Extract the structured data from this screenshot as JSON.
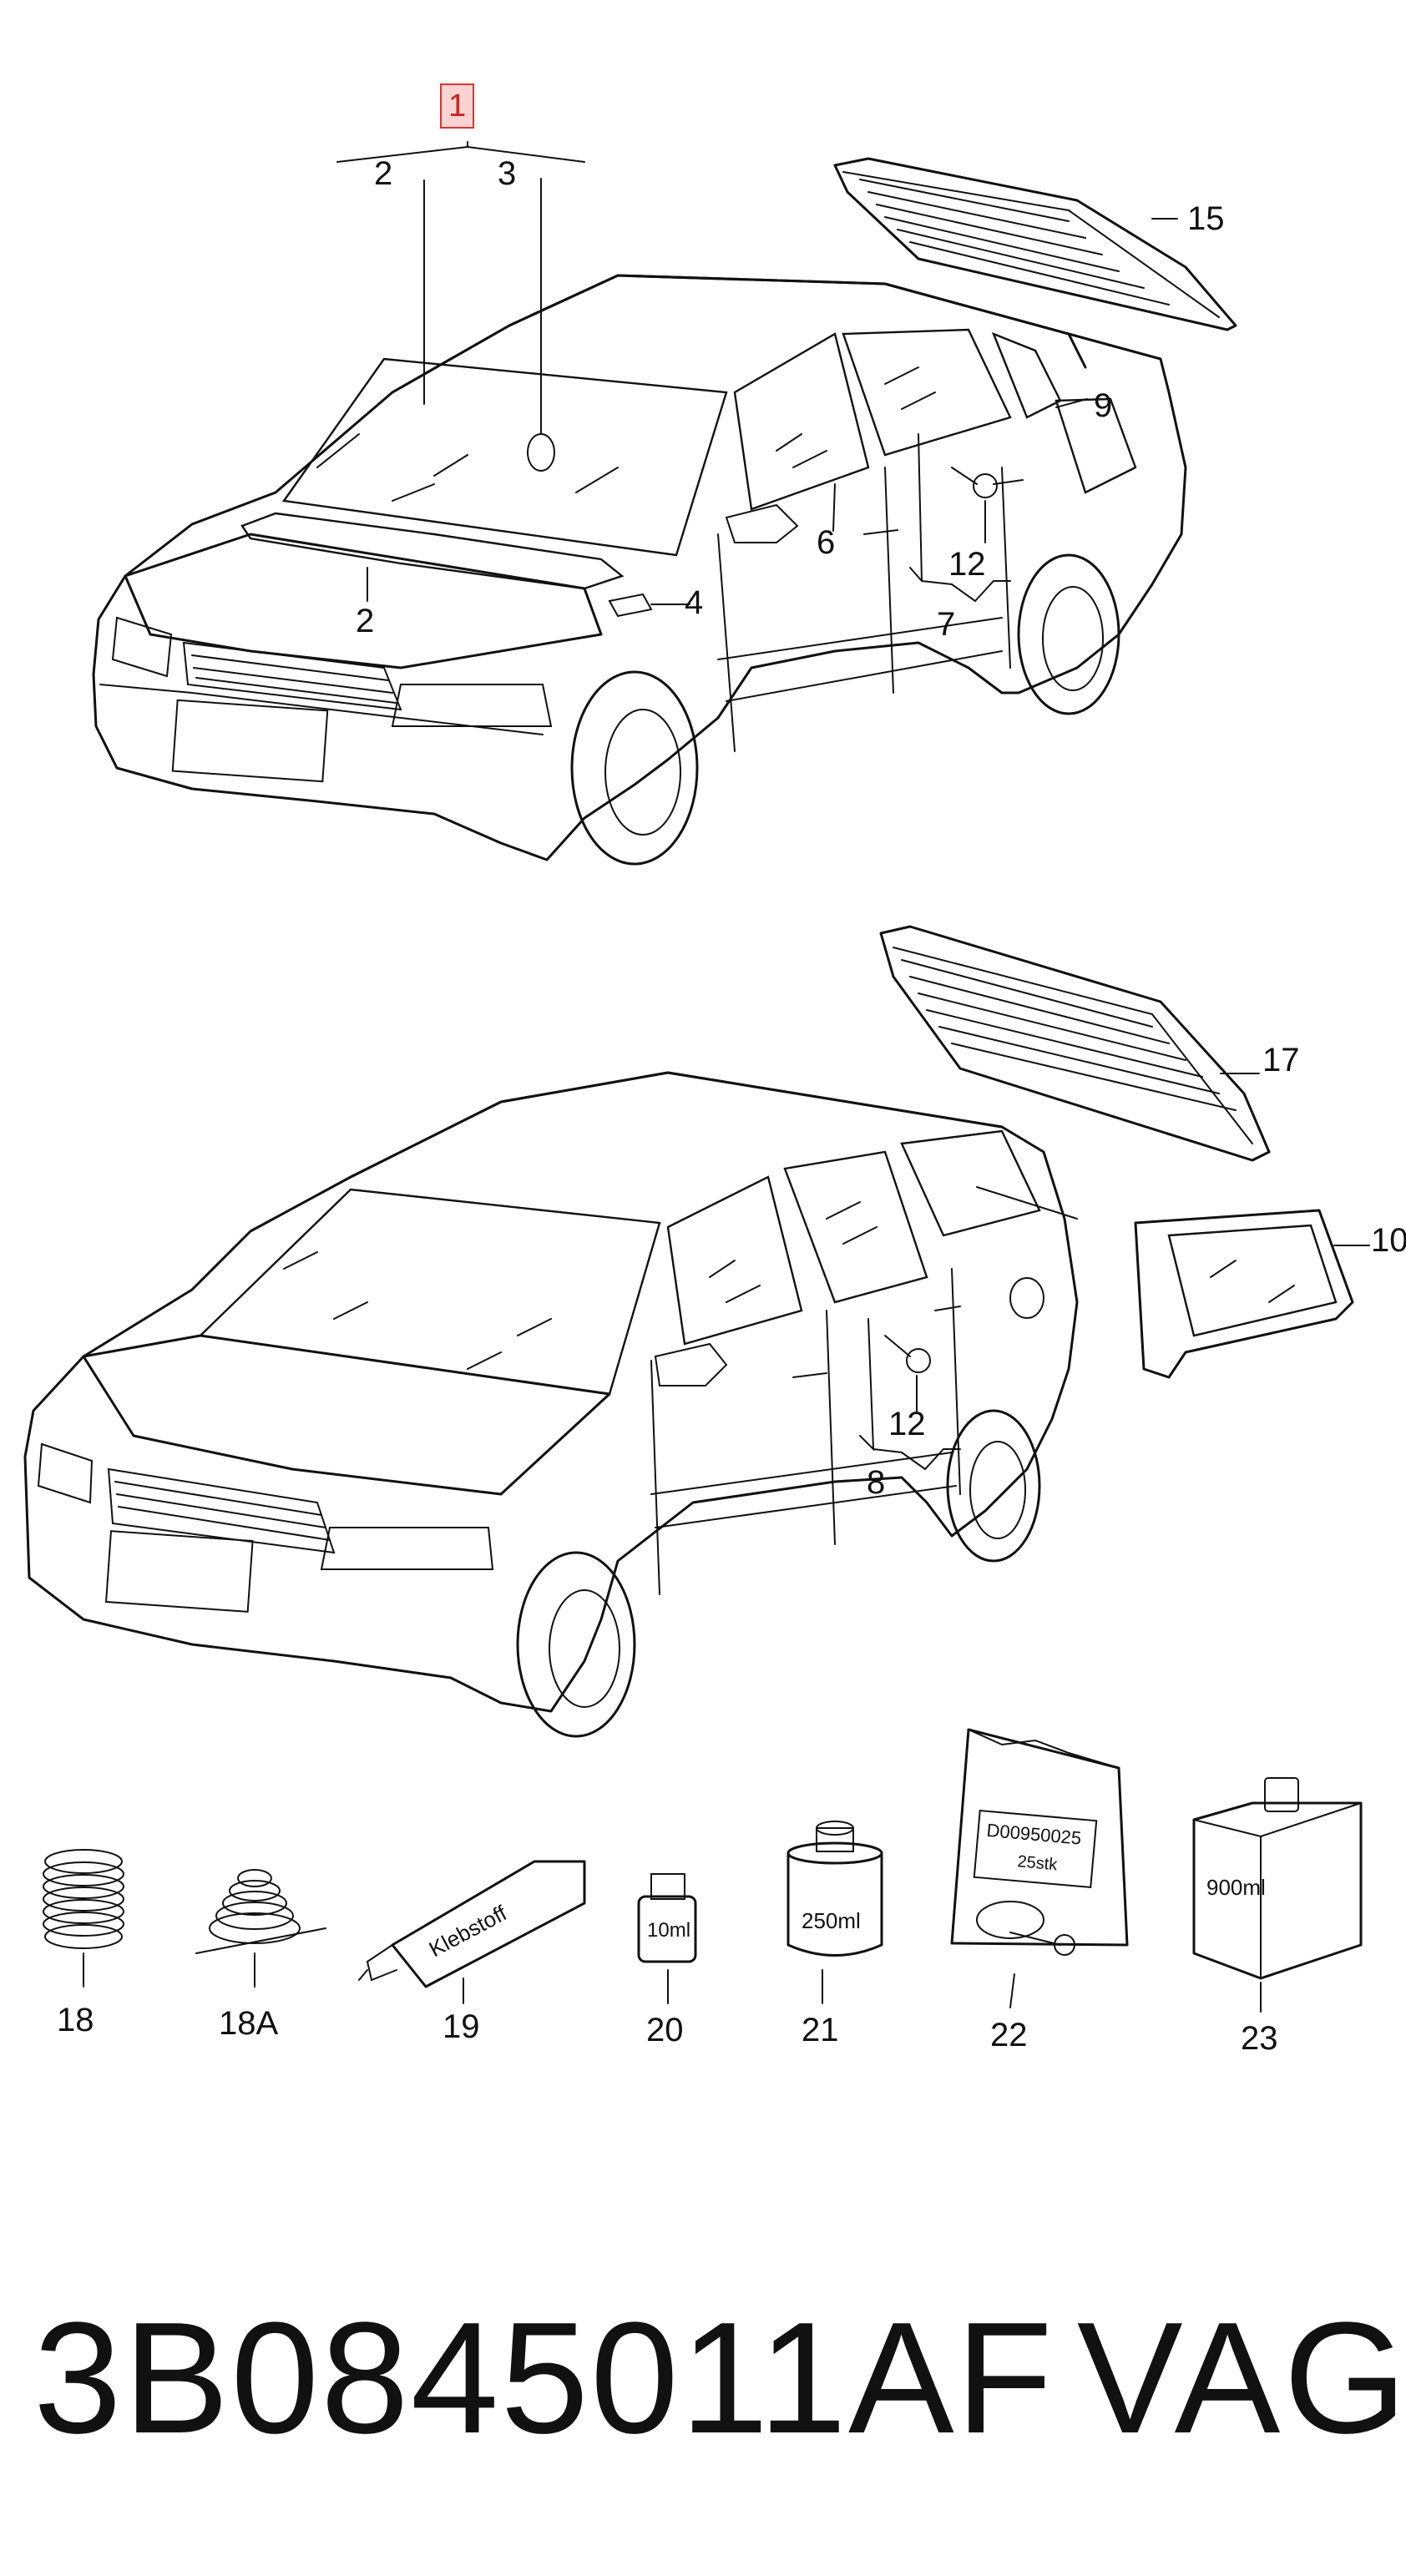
{
  "labels": {
    "callout_1": "1",
    "callout_2_top": "2",
    "callout_3": "3",
    "callout_15": "15",
    "callout_9": "9",
    "callout_6": "6",
    "callout_12_sedan": "12",
    "callout_2_lower": "2",
    "callout_4": "4",
    "callout_7": "7",
    "callout_17": "17",
    "callout_10": "10",
    "callout_12_wagon": "12",
    "callout_8": "8",
    "callout_18": "18",
    "callout_18a": "18A",
    "callout_19": "19",
    "callout_20": "20",
    "callout_21": "21",
    "callout_22": "22",
    "callout_23": "23"
  },
  "product_text": {
    "tube": "Klebstoff",
    "bottle_small": "10ml",
    "can": "250ml",
    "bag_code": "D00950025",
    "bag_qty": "25stk",
    "canister": "900ml"
  },
  "footer": {
    "part_number": "3B0845011AF",
    "brand": "VAG"
  },
  "colors": {
    "line": "#111111",
    "highlight_border": "#dd3333",
    "highlight_fill": "#fbd3d3"
  }
}
